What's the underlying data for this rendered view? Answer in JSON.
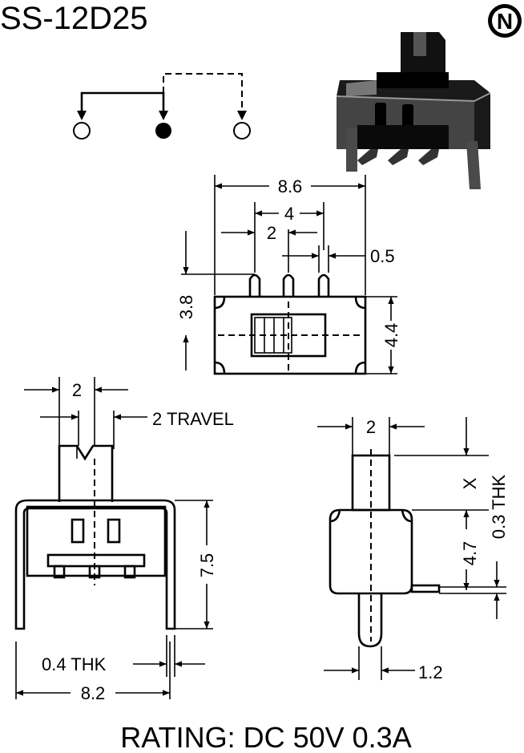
{
  "title": "SS-12D25",
  "logo": {
    "letter": "N"
  },
  "top_view": {
    "overall_width": "8.6",
    "pin_span": "4",
    "pin_pitch": "2",
    "pin_width": "0.5",
    "pin_length": "3.8",
    "body_depth": "4.4"
  },
  "front_view": {
    "actuator_width": "2",
    "travel": "2 TRAVEL",
    "height": "7.5",
    "leg_thickness": "0.4 THK",
    "overall_width": "8.2"
  },
  "side_view": {
    "actuator_width": "2",
    "actuator_height": "X",
    "body_height": "4.7",
    "leg_thickness": "0.3 THK",
    "pin_width": "1.2"
  },
  "rating": "RATING: DC 50V 0.3A"
}
